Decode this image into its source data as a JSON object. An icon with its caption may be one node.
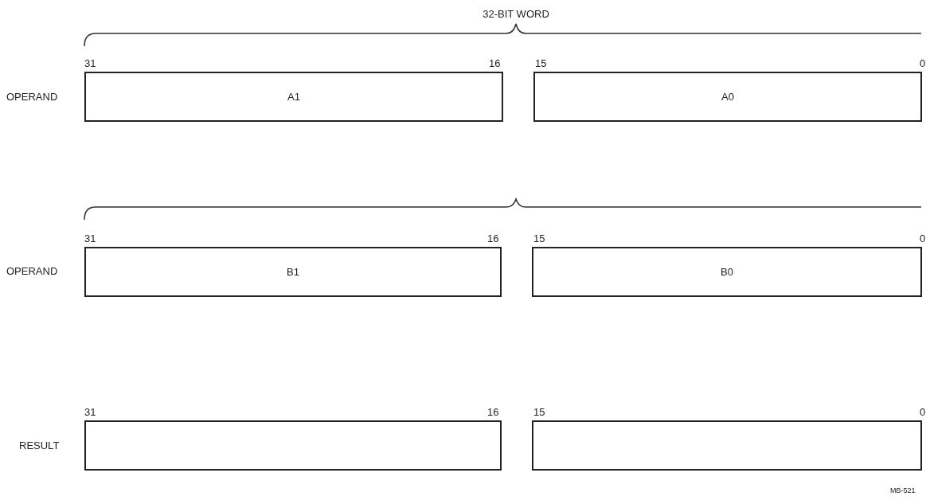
{
  "diagram": {
    "nodes": [
      {
        "text": [
          "A1"
        ]
      },
      {
        "text": [
          "A0"
        ]
      },
      {
        "text": [
          "B1"
        ]
      },
      {
        "text": [
          "B0"
        ]
      },
      {
        "text": [],
        "shape": "box"
      },
      {
        "text": [],
        "shape": "box"
      }
    ],
    "labels": [
      "32-BIT WORD",
      "31",
      "16",
      "15",
      "0",
      "OPERAND",
      "31",
      "16",
      "15",
      "0",
      "OPERAND",
      "31",
      "16",
      "15",
      "0",
      "RESULT",
      "MB-521"
    ]
  }
}
